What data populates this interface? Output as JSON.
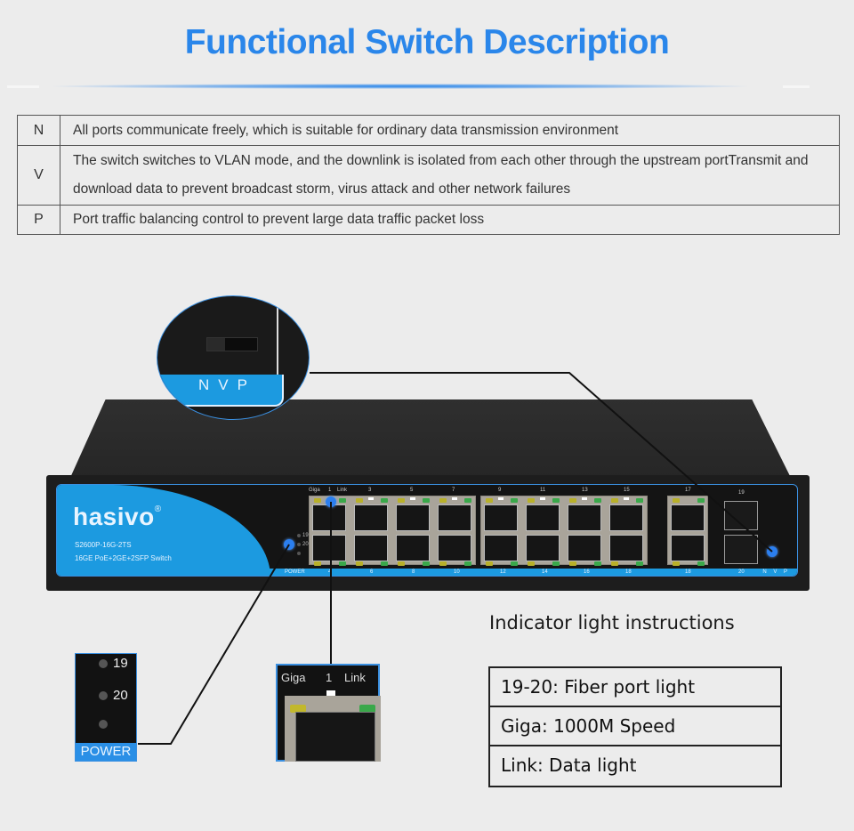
{
  "header": {
    "title": "Functional Switch Description"
  },
  "modes_table": {
    "rows": [
      {
        "key": "N",
        "description": "All ports communicate freely, which is suitable for ordinary data transmission environment"
      },
      {
        "key": "V",
        "description": "The switch switches to VLAN mode, and the downlink is isolated from each other through the upstream portTransmit and download data to prevent broadcast storm, virus attack and other network failures"
      },
      {
        "key": "P",
        "description": "Port traffic balancing control to prevent large data traffic packet loss"
      }
    ]
  },
  "switch": {
    "brand": "hasivo",
    "registered_mark": "®",
    "model": "S2600P-16G-2TS",
    "model_description": "16GE PoE+2GE+2SFP Switch",
    "led_labels": [
      "19",
      "20"
    ],
    "power_label": "POWER",
    "port_header_labels": {
      "giga": "Giga",
      "one": "1",
      "link": "Link"
    },
    "top_port_numbers": [
      "3",
      "5",
      "7",
      "9",
      "11",
      "13",
      "15",
      "17",
      "19"
    ],
    "bottom_port_numbers": [
      "4",
      "6",
      "8",
      "10",
      "12",
      "14",
      "16",
      "18",
      "20"
    ],
    "mode_switch_labels": "N V P"
  },
  "zoom_callout": {
    "labels": "NVP"
  },
  "power_inset": {
    "rows": [
      "19",
      "20"
    ],
    "power_label": "POWER"
  },
  "port_inset": {
    "giga": "Giga",
    "port_number": "1",
    "link": "Link"
  },
  "indicator_instructions": {
    "title": "Indicator light instructions",
    "items": [
      "19-20: Fiber port  light",
      "Giga: 1000M Speed",
      "Link: Data light"
    ]
  },
  "colors": {
    "accent_blue": "#2a86ea",
    "panel_blue": "#1c9ae0",
    "giga_led": "#b8b02a",
    "link_led": "#3aa84a"
  }
}
